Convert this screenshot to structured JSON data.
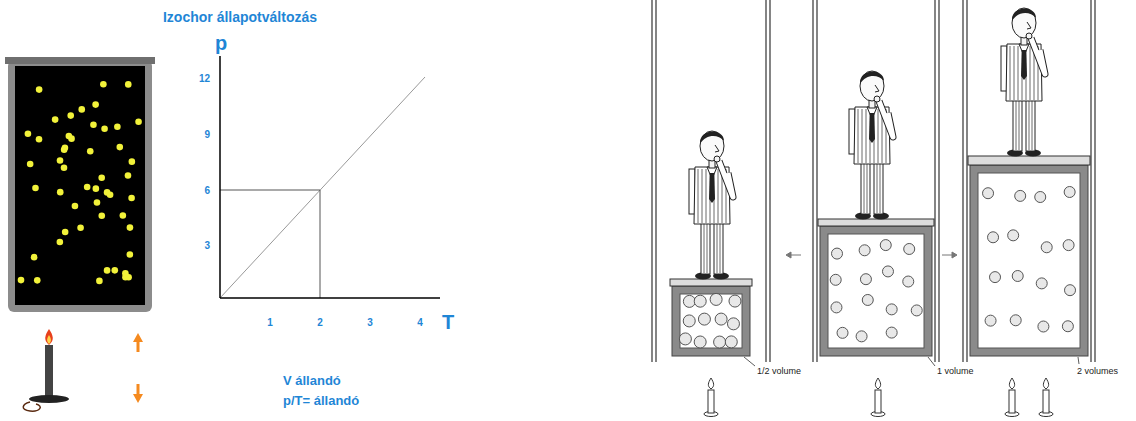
{
  "diagram": {
    "title": "Izochor állapotváltozás",
    "labels": [
      "p",
      "12",
      "9",
      "6",
      "3",
      "1",
      "2",
      "3",
      "4",
      "T",
      "V állandó",
      "p/T= állandó",
      "1/2 volume",
      "1 volume",
      "2 volumes"
    ]
  }
}
